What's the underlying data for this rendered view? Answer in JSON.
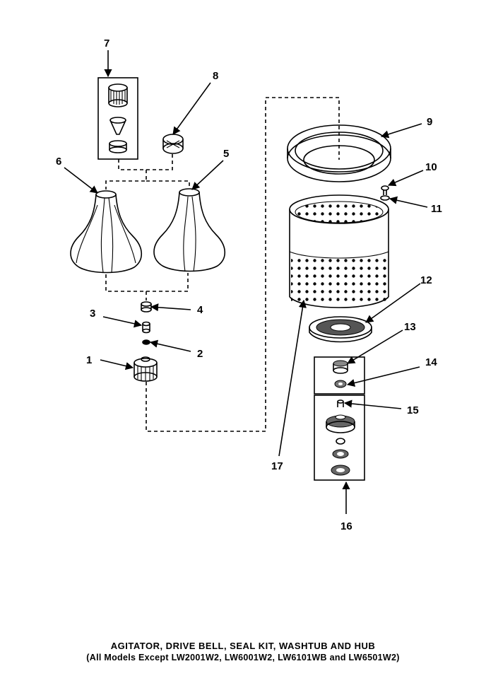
{
  "title": {
    "line1": "AGITATOR, DRIVE BELL, SEAL KIT, WASHTUB AND HUB",
    "line2": "(All Models Except LW2001W2, LW6001W2, LW6101WB and LW6501W2)"
  },
  "callouts": {
    "n1": "1",
    "n2": "2",
    "n3": "3",
    "n4": "4",
    "n5": "5",
    "n6": "6",
    "n7": "7",
    "n8": "8",
    "n9": "9",
    "n10": "10",
    "n11": "11",
    "n12": "12",
    "n13": "13",
    "n14": "14",
    "n15": "15",
    "n16": "16",
    "n17": "17"
  }
}
